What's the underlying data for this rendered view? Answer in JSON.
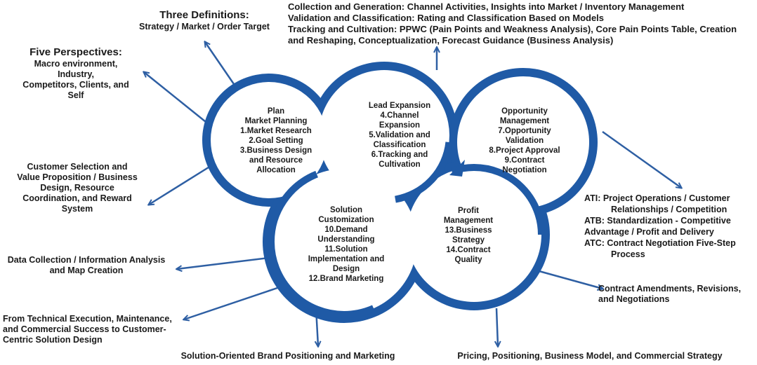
{
  "colors": {
    "ring": "#1f5aa6",
    "arrow": "#2e5fa3",
    "text": "#1a1a1a"
  },
  "three_definitions": {
    "title": "Three Definitions:",
    "text": "Strategy / Market / Order Target"
  },
  "five_perspectives": {
    "title": "Five Perspectives:",
    "lines": [
      "Macro environment,",
      "Industry,",
      "Competitors, Clients, and",
      "Self"
    ]
  },
  "collection": {
    "lines": [
      "Collection and Generation: Channel Activities, Insights into Market / Inventory Management",
      "Validation and Classification: Rating and Classification Based on Models",
      "Tracking and Cultivation: PPWC (Pain Points and Weakness Analysis), Core Pain Points Table, Creation",
      "and Reshaping, Conceptualization, Forecast Guidance (Business Analysis)"
    ]
  },
  "customer_selection": {
    "lines": [
      "Customer Selection and",
      "Value Proposition / Business",
      "Design, Resource",
      "Coordination, and Reward",
      "System"
    ]
  },
  "data_collection": {
    "lines": [
      "Data Collection / Information Analysis",
      "and Map Creation"
    ]
  },
  "technical_execution": {
    "lines": [
      "From Technical Execution, Maintenance,",
      "and Commercial Success to Customer-",
      "Centric Solution Design"
    ]
  },
  "brand_positioning": {
    "text": "Solution-Oriented Brand Positioning and Marketing"
  },
  "pricing": {
    "text": "Pricing, Positioning, Business Model, and Commercial Strategy"
  },
  "contract_amendments": {
    "lines": [
      "Contract Amendments, Revisions,",
      "and Negotiations"
    ]
  },
  "at_block": {
    "lines": [
      "ATI: Project Operations / Customer",
      "Relationships / Competition",
      "ATB: Standardization - Competitive",
      "Advantage / Profit and Delivery",
      "ATC: Contract Negotiation Five-Step",
      "Process"
    ]
  },
  "circles": {
    "plan": [
      "Plan",
      "Market Planning",
      "1.Market Research",
      "2.Goal Setting",
      "3.Business Design",
      "and Resource",
      "Allocation"
    ],
    "lead": [
      "Lead Expansion",
      "4.Channel",
      "Expansion",
      "5.Validation and",
      "Classification",
      "6.Tracking and",
      "Cultivation"
    ],
    "opportunity": [
      "Opportunity",
      "Management",
      "7.Opportunity",
      "Validation",
      "8.Project Approval",
      "9.Contract",
      "Negotiation"
    ],
    "solution": [
      "Solution",
      "Customization",
      "10.Demand",
      "Understanding",
      "11.Solution",
      "Implementation and",
      "Design",
      "12.Brand Marketing"
    ],
    "profit": [
      "Profit",
      "Management",
      "13.Business",
      "Strategy",
      "14.Contract",
      "Quality"
    ]
  }
}
